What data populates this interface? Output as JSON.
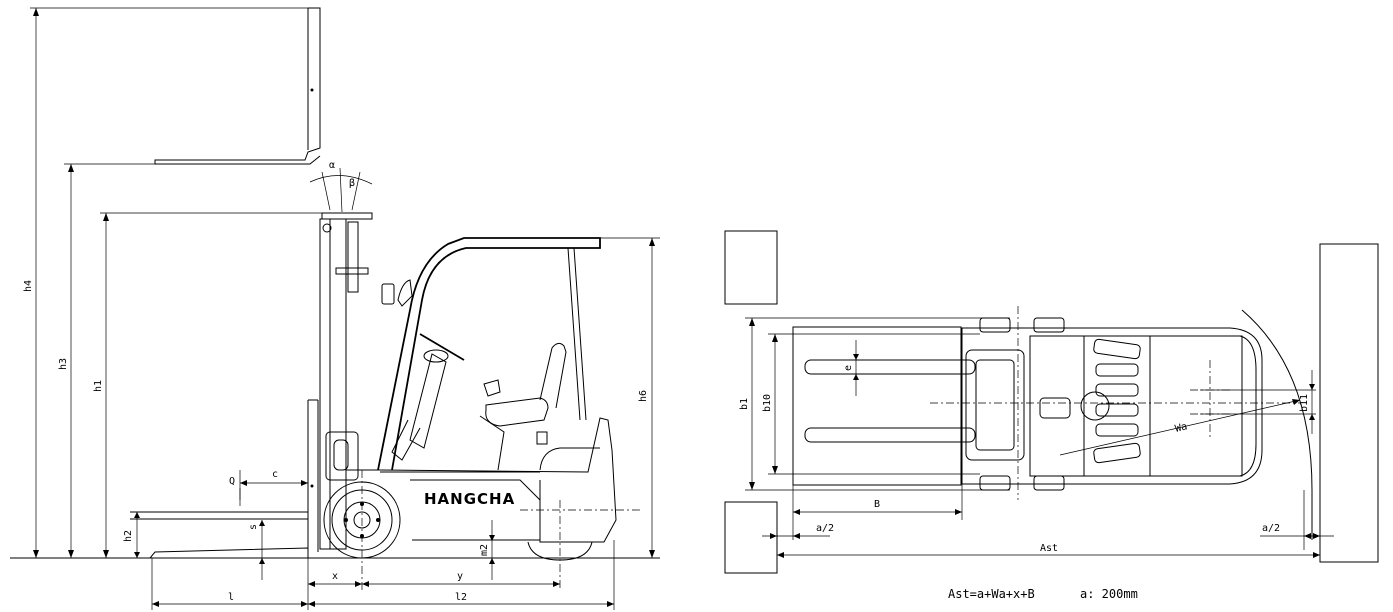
{
  "side_view": {
    "brand_label": "HANGCHA",
    "dims": {
      "h4": "h4",
      "h3": "h3",
      "h1": "h1",
      "h6": "h6",
      "h2": "h2",
      "l": "l",
      "l2": "l2",
      "x": "x",
      "y": "y",
      "c": "c",
      "q": "Q",
      "s": "s",
      "m2": "m2",
      "alpha": "α",
      "beta": "β"
    }
  },
  "top_view": {
    "dims": {
      "b1": "b1",
      "b10": "b10",
      "b11": "b11",
      "e": "e",
      "B": "B",
      "Wa": "Wa",
      "a_half_left": "a/2",
      "a_half_right": "a/2",
      "Ast": "Ast"
    },
    "formula": "Ast=a+Wa+x+B",
    "a_value": "a: 200mm"
  }
}
